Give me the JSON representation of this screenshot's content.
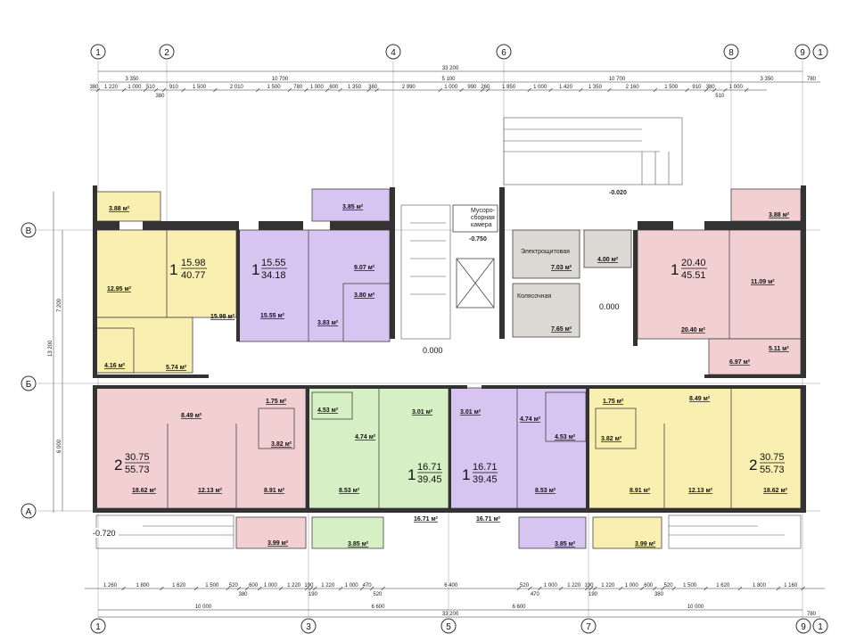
{
  "colors": {
    "yellow": "#f8efb0",
    "purple": "#d8c4f0",
    "pink": "#f2d0d2",
    "green": "#d6efc4",
    "gray": "#dcd8d4",
    "wall": "#333333"
  },
  "axes": {
    "top": [
      "1",
      "2",
      "4",
      "6",
      "8",
      "9",
      "1"
    ],
    "bottom": [
      "1",
      "3",
      "5",
      "7",
      "9",
      "1"
    ],
    "left": [
      "В",
      "Б",
      "А"
    ]
  },
  "dimensions": {
    "top_total": "33 200",
    "top_axes": [
      "3 350",
      "10 700",
      "5 100",
      "10 700",
      "3 350",
      "780"
    ],
    "top_detail": [
      380,
      1220,
      1000,
      510,
      380,
      910,
      1500,
      2010,
      1500,
      780,
      1000,
      600,
      1350,
      380,
      2990,
      1000,
      990,
      260,
      1950,
      1000,
      1420,
      1350,
      2160,
      1500,
      910,
      380,
      510,
      1000
    ],
    "bottom_detail": [
      1260,
      1800,
      1620,
      1500,
      520,
      380,
      600,
      1000,
      1220,
      190,
      190,
      1220,
      1000,
      470,
      520,
      6400,
      520,
      470,
      1000,
      1220,
      190,
      190,
      1220,
      1000,
      600,
      380,
      520,
      1500,
      1620,
      1800,
      1160
    ],
    "bottom_axes": [
      "10 000",
      "6 600",
      "6 600",
      "10 000"
    ],
    "bottom_total": "33 200",
    "bottom_end": "780",
    "left": [
      "13 200",
      "7 200",
      "6 000"
    ]
  },
  "apartments": [
    {
      "rooms": "1",
      "living": "15.98",
      "total": "40.77",
      "areas": [
        "3.88 м²",
        "12.95 м²",
        "15.98 м²",
        "4.16 м²",
        "5.74 м²"
      ]
    },
    {
      "rooms": "1",
      "living": "15.55",
      "total": "34.18",
      "areas": [
        "3.85 м²",
        "15.55 м²",
        "9.07 м²",
        "3.80 м²",
        "3.83 м²"
      ]
    },
    {
      "rooms": "1",
      "living": "20.40",
      "total": "45.51",
      "areas": [
        "3.88 м²",
        "11.09 м²",
        "20.40 м²",
        "6.97 м²",
        "5.11 м²"
      ]
    },
    {
      "rooms": "2",
      "living": "30.75",
      "total": "55.73",
      "areas": [
        "8.49 м²",
        "1.75 м²",
        "3.82 м²",
        "18.62 м²",
        "12.13 м²",
        "8.91 м²",
        "3.99 м²"
      ]
    },
    {
      "rooms": "1",
      "living": "16.71",
      "total": "39.45",
      "areas": [
        "4.53 м²",
        "4.74 м²",
        "3.01 м²",
        "8.53 м²",
        "16.71 м²",
        "3.85 м²"
      ]
    },
    {
      "rooms": "1",
      "living": "16.71",
      "total": "39.45",
      "areas": [
        "3.01 м²",
        "4.74 м²",
        "4.53 м²",
        "8.53 м²",
        "16.71 м²",
        "3.85 м²"
      ]
    },
    {
      "rooms": "2",
      "living": "30.75",
      "total": "55.73",
      "areas": [
        "1.75 м²",
        "3.82 м²",
        "8.49 м²",
        "8.91 м²",
        "12.13 м²",
        "18.62 м²",
        "3.99 м²"
      ]
    }
  ],
  "common": {
    "garbage": [
      "Мусоро-",
      "сборная",
      "камера"
    ],
    "garbage_level": "-0.750",
    "electrical": "Электрощитовая",
    "electrical_area": "7.03 м²",
    "stroller": "Колясочная",
    "stroller_area": "7.65 м²",
    "vestibule_area": "4.00 м²",
    "level_corridor": "0.000",
    "level_lobby": "0.000",
    "level_entrance": "-0.020",
    "level_stair": "-0.720"
  }
}
